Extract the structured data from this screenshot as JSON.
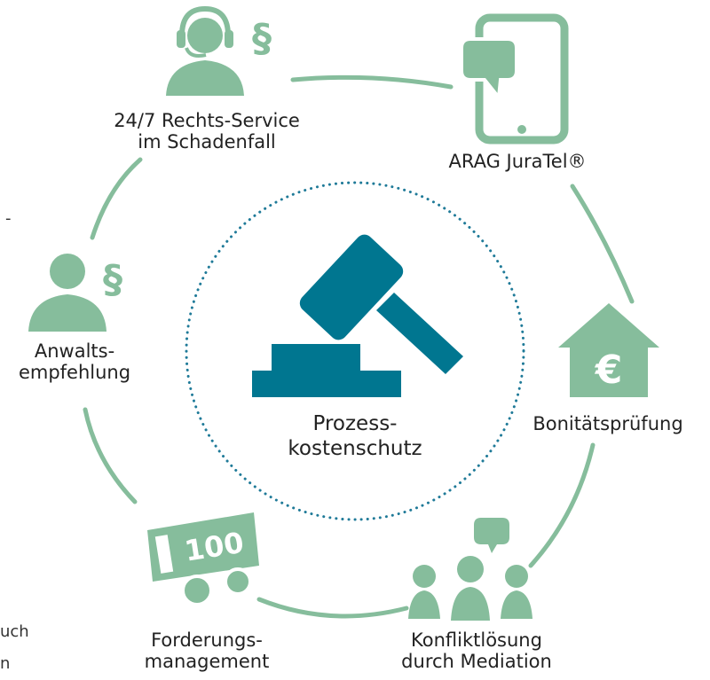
{
  "colors": {
    "green": "#86bd9c",
    "teal": "#007690",
    "dots": "#1f7a98"
  },
  "center": {
    "label_lines": [
      "Prozess-",
      "kostenschutz"
    ],
    "icon": "gavel-icon"
  },
  "services": [
    {
      "key": "rechts-service",
      "lines": [
        "24/7 Rechts-Service",
        "im Schadenfall"
      ],
      "icon": "headset-paragraph-icon"
    },
    {
      "key": "juratel",
      "lines": [
        "ARAG JuraTel®"
      ],
      "icon": "smartphone-chat-icon"
    },
    {
      "key": "bonitaet",
      "lines": [
        "Bonitätsprüfung"
      ],
      "icon": "house-euro-icon"
    },
    {
      "key": "mediation",
      "lines": [
        "Konfliktlösung",
        "durch Mediation"
      ],
      "icon": "group-speech-icon"
    },
    {
      "key": "forderung",
      "lines": [
        "Forderungs-",
        "management"
      ],
      "icon": "truck-counter-icon"
    },
    {
      "key": "anwalt",
      "lines": [
        "Anwalts-",
        "empfehlung"
      ],
      "icon": "person-paragraph-icon"
    }
  ],
  "fragments": {
    "dash": "-",
    "uch": "uch",
    "n": "n"
  }
}
